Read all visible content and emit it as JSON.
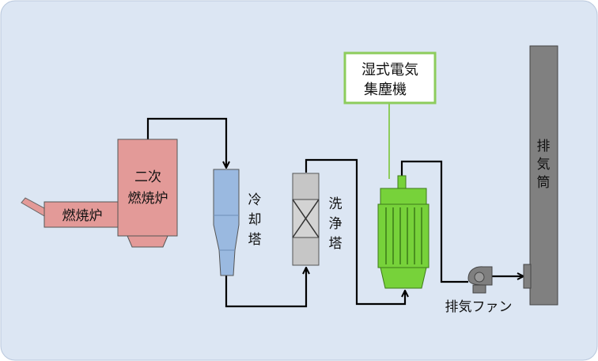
{
  "labels": {
    "incinerator": "燃焼炉",
    "secondary_line1": "二次",
    "secondary_line2": "燃焼炉",
    "cooling_tower": [
      "冷",
      "却",
      "塔"
    ],
    "scrubber": [
      "洗",
      "浄",
      "塔"
    ],
    "esp_line1": "湿式電気",
    "esp_line2": "集塵機",
    "exhaust_fan": "排気ファン",
    "stack": [
      "排",
      "気",
      "筒"
    ]
  },
  "colors": {
    "background": "#dce6f3",
    "furnace": "#e39a98",
    "cooling_tower": "#9ab9e0",
    "scrubber": "#c6c6c6",
    "esp": "#77d23a",
    "esp_callout_border": "#8dcc5c",
    "stack": "#808080",
    "fan": "#7f7f7f",
    "pipe": "#000000"
  }
}
